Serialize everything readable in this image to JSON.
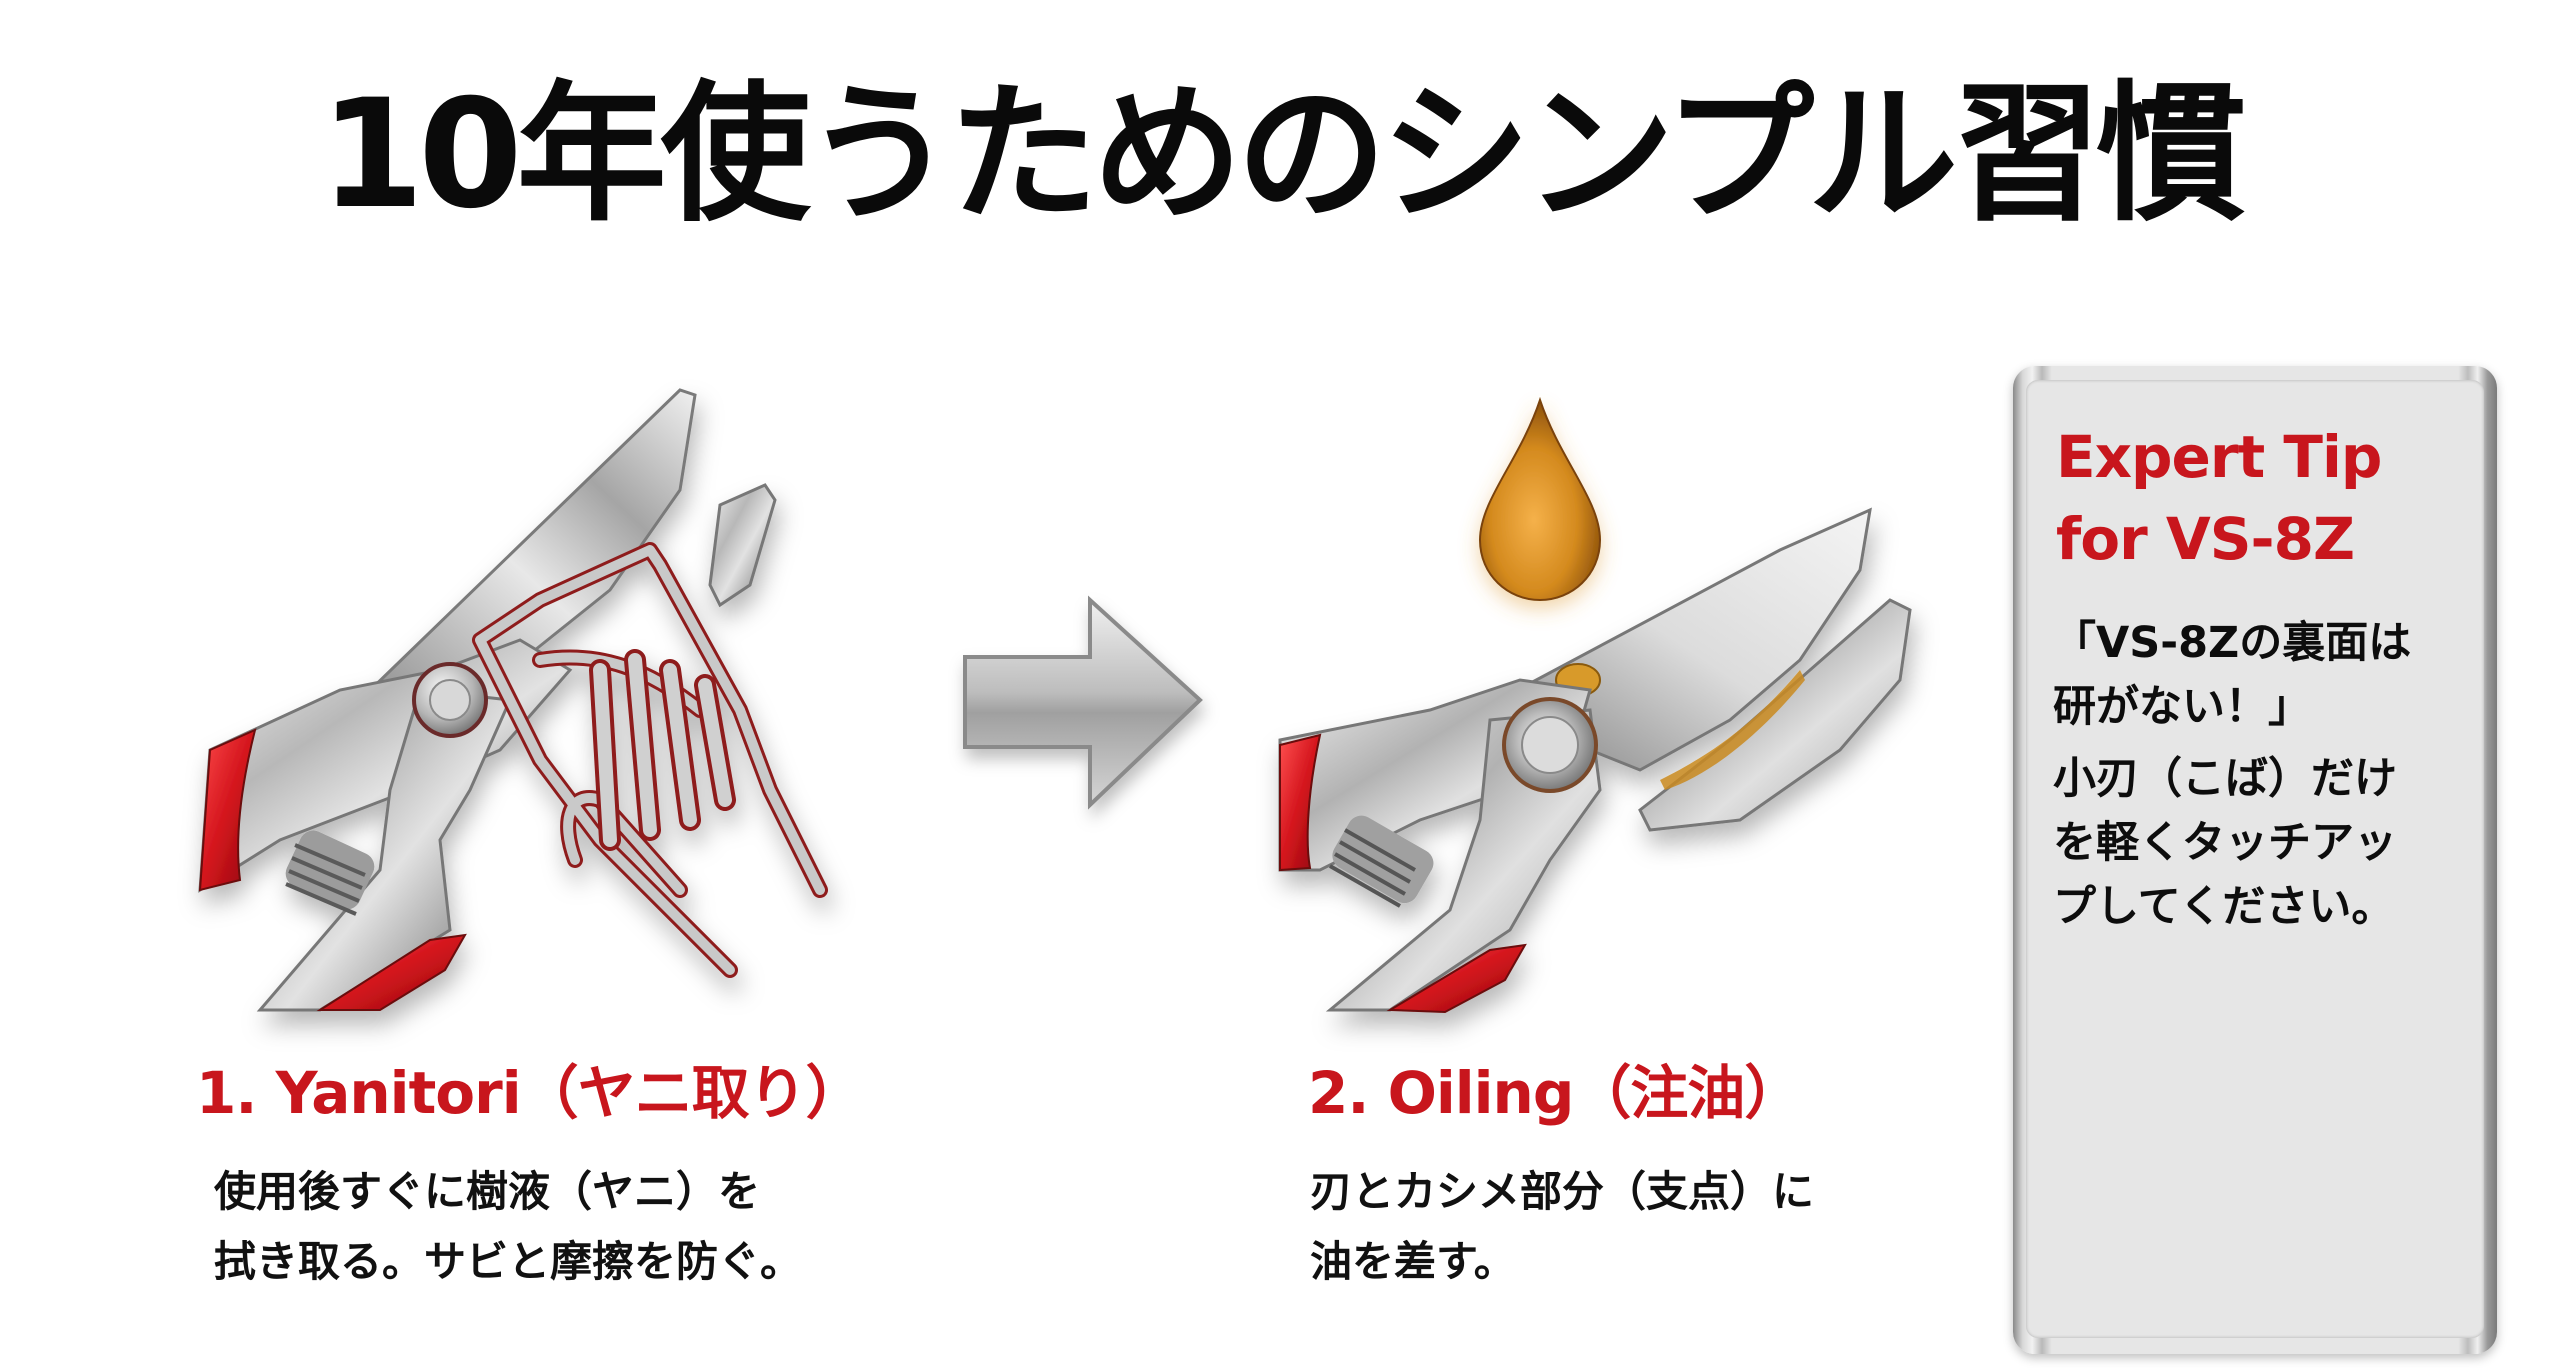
{
  "title": "10年使うためのシンプル習慣",
  "colors": {
    "accent_red": "#c8161d",
    "text_black": "#0a0a0a",
    "background": "#ffffff",
    "tip_panel": "#e6e6e6",
    "oil": "#d48a1e"
  },
  "steps": [
    {
      "number": "1.",
      "heading": "1. Yanitori（ヤニ取り）",
      "body_lines": [
        "使用後すぐに樹液（ヤニ）を",
        "拭き取る。サビと摩擦を防ぐ。"
      ],
      "illustration": "pruner-with-wiping-hand-icon"
    },
    {
      "number": "2.",
      "heading": "2. Oiling（注油）",
      "body_lines": [
        "刃とカシメ部分（支点）に",
        "油を差す。"
      ],
      "illustration": "pruner-with-oil-drop-icon"
    }
  ],
  "arrow": "arrow-right-icon",
  "tip": {
    "title_lines": [
      "Expert Tip",
      "for VS-8Z"
    ],
    "quote_lines": [
      "「VS-8Zの裏面は",
      "研がない！」"
    ],
    "body_lines": [
      "小刃（こば）だけ",
      "を軽くタッチアッ",
      "プしてください。"
    ]
  }
}
